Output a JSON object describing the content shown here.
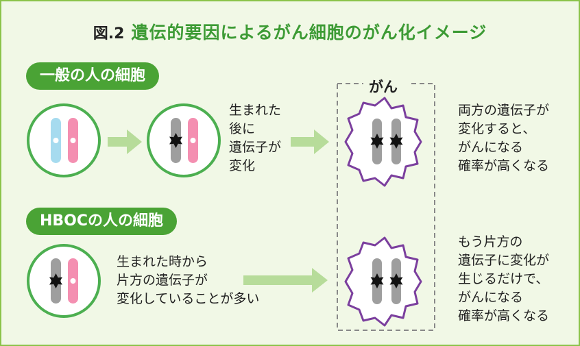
{
  "figure": {
    "number": "図.2",
    "title": "遺伝的要因によるがん細胞のがん化イメージ"
  },
  "sections": {
    "normal": {
      "label": "一般の人の細胞",
      "step_text": "生まれた\n後に\n遺伝子が\n変化"
    },
    "hboc": {
      "label": "HBOCの人の細胞",
      "step_text": "生まれた時から\n片方の遺伝子が\n変化していることが多い"
    }
  },
  "cancer": {
    "label": "がん",
    "normal_note": "両方の遺伝子が\n変化すると、\nがんになる\n確率が高くなる",
    "hboc_note": "もう片方の\n遺伝子に変化が\n生じるだけで、\nがんになる\n確率が高くなる"
  },
  "colors": {
    "title_green": "#3d9b35",
    "pill_green": "#4aa335",
    "cell_border": "#4caf50",
    "arrow": "#b7dc9a",
    "cancer_outline": "#7b3f9e",
    "dashed_box": "#888888",
    "chromosome_blue": "#a6dbef",
    "chromosome_pink": "#f48fb1",
    "chromosome_gray": "#9e9e9e",
    "mutation": "#111111",
    "background": "#f1f8e6"
  }
}
